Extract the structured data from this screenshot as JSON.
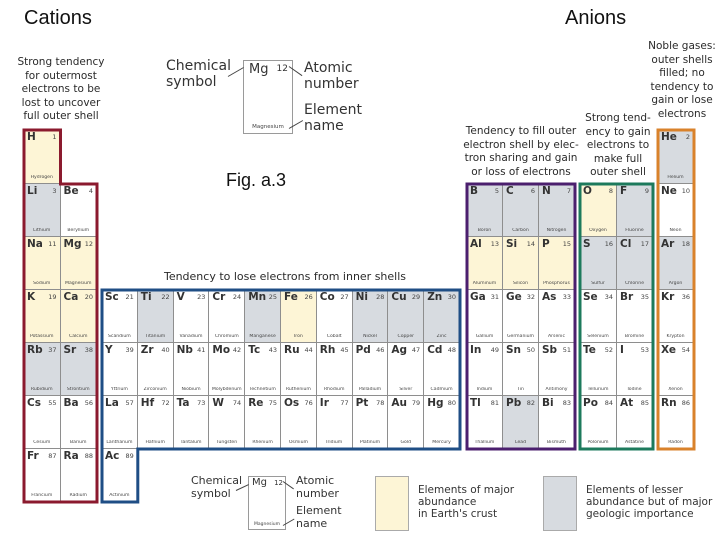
{
  "titles": {
    "cations": "Cations",
    "anions": "Anions",
    "figure": "Fig. a.3"
  },
  "notes": {
    "group1_2": "Strong tendency\nfor outermost\nelectrons to be\nlost to uncover\nfull outer shell",
    "transition": "Tendency to lose electrons from inner shells",
    "group13_15": "Tendency to fill outer\nelectron shell by elec-\ntron sharing and gain\nor loss of electrons",
    "group16_17": "Strong tend-\nency to gain\nelectrons to\nmake full\nouter shell",
    "group18": "Noble gases:\nouter shells\nfilled; no\ntendency to\ngain or lose\nelectrons"
  },
  "key": {
    "symbol_label": "Chemical\nsymbol",
    "number_label": "Atomic\nnumber",
    "name_label": "Element\nname",
    "example_symbol": "Mg",
    "example_number": "12",
    "example_name": "Magnesium"
  },
  "legend": {
    "major": {
      "label": "Elements of major\nabundance\nin Earth's crust",
      "color": "#fdf5d6"
    },
    "lesser": {
      "label": "Elements of lesser\nabundance but of major\ngeologic importance",
      "color": "#d7dbe0"
    }
  },
  "group_colors": {
    "alkali": "#8b1a2e",
    "transition": "#1f4e85",
    "group13_15": "#4b1f6e",
    "group16_17": "#1d7a5c",
    "noble": "#d9822b"
  },
  "elements": [
    {
      "sym": "H",
      "num": "1",
      "name": "Hydrogen",
      "col": 0,
      "row": 0,
      "ab": "major"
    },
    {
      "sym": "Li",
      "num": "3",
      "name": "Lithium",
      "col": 0,
      "row": 1,
      "ab": "lesser"
    },
    {
      "sym": "Be",
      "num": "4",
      "name": "Beryllium",
      "col": 1,
      "row": 1,
      "ab": "none"
    },
    {
      "sym": "Na",
      "num": "11",
      "name": "Sodium",
      "col": 0,
      "row": 2,
      "ab": "major"
    },
    {
      "sym": "Mg",
      "num": "12",
      "name": "Magnesium",
      "col": 1,
      "row": 2,
      "ab": "major"
    },
    {
      "sym": "K",
      "num": "19",
      "name": "Potassium",
      "col": 0,
      "row": 3,
      "ab": "major"
    },
    {
      "sym": "Ca",
      "num": "20",
      "name": "Calcium",
      "col": 1,
      "row": 3,
      "ab": "major"
    },
    {
      "sym": "Rb",
      "num": "37",
      "name": "Rubidium",
      "col": 0,
      "row": 4,
      "ab": "lesser"
    },
    {
      "sym": "Sr",
      "num": "38",
      "name": "Strontium",
      "col": 1,
      "row": 4,
      "ab": "lesser"
    },
    {
      "sym": "Cs",
      "num": "55",
      "name": "Cesium",
      "col": 0,
      "row": 5,
      "ab": "none"
    },
    {
      "sym": "Ba",
      "num": "56",
      "name": "Barium",
      "col": 1,
      "row": 5,
      "ab": "none"
    },
    {
      "sym": "Fr",
      "num": "87",
      "name": "Francium",
      "col": 0,
      "row": 6,
      "ab": "none"
    },
    {
      "sym": "Ra",
      "num": "88",
      "name": "Radium",
      "col": 1,
      "row": 6,
      "ab": "none"
    },
    {
      "sym": "Sc",
      "num": "21",
      "name": "Scandium",
      "col": 2,
      "row": 3,
      "ab": "none"
    },
    {
      "sym": "Ti",
      "num": "22",
      "name": "Titanium",
      "col": 3,
      "row": 3,
      "ab": "lesser"
    },
    {
      "sym": "V",
      "num": "23",
      "name": "Vanadium",
      "col": 4,
      "row": 3,
      "ab": "none"
    },
    {
      "sym": "Cr",
      "num": "24",
      "name": "Chromium",
      "col": 5,
      "row": 3,
      "ab": "none"
    },
    {
      "sym": "Mn",
      "num": "25",
      "name": "Manganese",
      "col": 6,
      "row": 3,
      "ab": "lesser"
    },
    {
      "sym": "Fe",
      "num": "26",
      "name": "Iron",
      "col": 7,
      "row": 3,
      "ab": "major"
    },
    {
      "sym": "Co",
      "num": "27",
      "name": "Cobalt",
      "col": 8,
      "row": 3,
      "ab": "none"
    },
    {
      "sym": "Ni",
      "num": "28",
      "name": "Nickel",
      "col": 9,
      "row": 3,
      "ab": "lesser"
    },
    {
      "sym": "Cu",
      "num": "29",
      "name": "Copper",
      "col": 10,
      "row": 3,
      "ab": "lesser"
    },
    {
      "sym": "Zn",
      "num": "30",
      "name": "Zinc",
      "col": 11,
      "row": 3,
      "ab": "lesser"
    },
    {
      "sym": "Y",
      "num": "39",
      "name": "Yttrium",
      "col": 2,
      "row": 4,
      "ab": "none"
    },
    {
      "sym": "Zr",
      "num": "40",
      "name": "Zirconium",
      "col": 3,
      "row": 4,
      "ab": "none"
    },
    {
      "sym": "Nb",
      "num": "41",
      "name": "Niobium",
      "col": 4,
      "row": 4,
      "ab": "none"
    },
    {
      "sym": "Mo",
      "num": "42",
      "name": "Molybdenum",
      "col": 5,
      "row": 4,
      "ab": "none"
    },
    {
      "sym": "Tc",
      "num": "43",
      "name": "Technetium",
      "col": 6,
      "row": 4,
      "ab": "none"
    },
    {
      "sym": "Ru",
      "num": "44",
      "name": "Ruthenium",
      "col": 7,
      "row": 4,
      "ab": "none"
    },
    {
      "sym": "Rh",
      "num": "45",
      "name": "Rhodium",
      "col": 8,
      "row": 4,
      "ab": "none"
    },
    {
      "sym": "Pd",
      "num": "46",
      "name": "Palladium",
      "col": 9,
      "row": 4,
      "ab": "none"
    },
    {
      "sym": "Ag",
      "num": "47",
      "name": "Silver",
      "col": 10,
      "row": 4,
      "ab": "none"
    },
    {
      "sym": "Cd",
      "num": "48",
      "name": "Cadmium",
      "col": 11,
      "row": 4,
      "ab": "none"
    },
    {
      "sym": "La",
      "num": "57",
      "name": "Lanthanum",
      "col": 2,
      "row": 5,
      "ab": "none"
    },
    {
      "sym": "Hf",
      "num": "72",
      "name": "Hafnium",
      "col": 3,
      "row": 5,
      "ab": "none"
    },
    {
      "sym": "Ta",
      "num": "73",
      "name": "Tantalum",
      "col": 4,
      "row": 5,
      "ab": "none"
    },
    {
      "sym": "W",
      "num": "74",
      "name": "Tungsten",
      "col": 5,
      "row": 5,
      "ab": "none"
    },
    {
      "sym": "Re",
      "num": "75",
      "name": "Rhenium",
      "col": 6,
      "row": 5,
      "ab": "none"
    },
    {
      "sym": "Os",
      "num": "76",
      "name": "Osmium",
      "col": 7,
      "row": 5,
      "ab": "none"
    },
    {
      "sym": "Ir",
      "num": "77",
      "name": "Iridium",
      "col": 8,
      "row": 5,
      "ab": "none"
    },
    {
      "sym": "Pt",
      "num": "78",
      "name": "Platinum",
      "col": 9,
      "row": 5,
      "ab": "none"
    },
    {
      "sym": "Au",
      "num": "79",
      "name": "Gold",
      "col": 10,
      "row": 5,
      "ab": "none"
    },
    {
      "sym": "Hg",
      "num": "80",
      "name": "Mercury",
      "col": 11,
      "row": 5,
      "ab": "none"
    },
    {
      "sym": "Ac",
      "num": "89",
      "name": "Actinium",
      "col": 2,
      "row": 6,
      "ab": "none"
    },
    {
      "sym": "B",
      "num": "5",
      "name": "Boron",
      "col": 12,
      "row": 1,
      "ab": "lesser"
    },
    {
      "sym": "C",
      "num": "6",
      "name": "Carbon",
      "col": 13,
      "row": 1,
      "ab": "lesser"
    },
    {
      "sym": "N",
      "num": "7",
      "name": "Nitrogen",
      "col": 14,
      "row": 1,
      "ab": "lesser"
    },
    {
      "sym": "Al",
      "num": "13",
      "name": "Aluminum",
      "col": 12,
      "row": 2,
      "ab": "major"
    },
    {
      "sym": "Si",
      "num": "14",
      "name": "Silicon",
      "col": 13,
      "row": 2,
      "ab": "major"
    },
    {
      "sym": "P",
      "num": "15",
      "name": "Phosphorus",
      "col": 14,
      "row": 2,
      "ab": "major"
    },
    {
      "sym": "Ga",
      "num": "31",
      "name": "Gallium",
      "col": 12,
      "row": 3,
      "ab": "none"
    },
    {
      "sym": "Ge",
      "num": "32",
      "name": "Germanium",
      "col": 13,
      "row": 3,
      "ab": "none"
    },
    {
      "sym": "As",
      "num": "33",
      "name": "Arsenic",
      "col": 14,
      "row": 3,
      "ab": "none"
    },
    {
      "sym": "In",
      "num": "49",
      "name": "Indium",
      "col": 12,
      "row": 4,
      "ab": "none"
    },
    {
      "sym": "Sn",
      "num": "50",
      "name": "Tin",
      "col": 13,
      "row": 4,
      "ab": "none"
    },
    {
      "sym": "Sb",
      "num": "51",
      "name": "Antimony",
      "col": 14,
      "row": 4,
      "ab": "none"
    },
    {
      "sym": "Tl",
      "num": "81",
      "name": "Thallium",
      "col": 12,
      "row": 5,
      "ab": "none"
    },
    {
      "sym": "Pb",
      "num": "82",
      "name": "Lead",
      "col": 13,
      "row": 5,
      "ab": "lesser"
    },
    {
      "sym": "Bi",
      "num": "83",
      "name": "Bismuth",
      "col": 14,
      "row": 5,
      "ab": "none"
    },
    {
      "sym": "O",
      "num": "8",
      "name": "Oxygen",
      "col": 15,
      "row": 1,
      "ab": "major"
    },
    {
      "sym": "F",
      "num": "9",
      "name": "Fluorine",
      "col": 16,
      "row": 1,
      "ab": "lesser"
    },
    {
      "sym": "S",
      "num": "16",
      "name": "Sulfur",
      "col": 15,
      "row": 2,
      "ab": "lesser"
    },
    {
      "sym": "Cl",
      "num": "17",
      "name": "Chlorine",
      "col": 16,
      "row": 2,
      "ab": "lesser"
    },
    {
      "sym": "Se",
      "num": "34",
      "name": "Selenium",
      "col": 15,
      "row": 3,
      "ab": "none"
    },
    {
      "sym": "Br",
      "num": "35",
      "name": "Bromine",
      "col": 16,
      "row": 3,
      "ab": "none"
    },
    {
      "sym": "Te",
      "num": "52",
      "name": "Tellurium",
      "col": 15,
      "row": 4,
      "ab": "none"
    },
    {
      "sym": "I",
      "num": "53",
      "name": "Iodine",
      "col": 16,
      "row": 4,
      "ab": "none"
    },
    {
      "sym": "Po",
      "num": "84",
      "name": "Polonium",
      "col": 15,
      "row": 5,
      "ab": "none"
    },
    {
      "sym": "At",
      "num": "85",
      "name": "Astatine",
      "col": 16,
      "row": 5,
      "ab": "none"
    },
    {
      "sym": "He",
      "num": "2",
      "name": "Helium",
      "col": 17,
      "row": 0,
      "ab": "lesser"
    },
    {
      "sym": "Ne",
      "num": "10",
      "name": "Neon",
      "col": 17,
      "row": 1,
      "ab": "none"
    },
    {
      "sym": "Ar",
      "num": "18",
      "name": "Argon",
      "col": 17,
      "row": 2,
      "ab": "lesser"
    },
    {
      "sym": "Kr",
      "num": "36",
      "name": "Krypton",
      "col": 17,
      "row": 3,
      "ab": "none"
    },
    {
      "sym": "Xe",
      "num": "54",
      "name": "Xenon",
      "col": 17,
      "row": 4,
      "ab": "none"
    },
    {
      "sym": "Rn",
      "num": "86",
      "name": "Radon",
      "col": 17,
      "row": 5,
      "ab": "none"
    }
  ]
}
